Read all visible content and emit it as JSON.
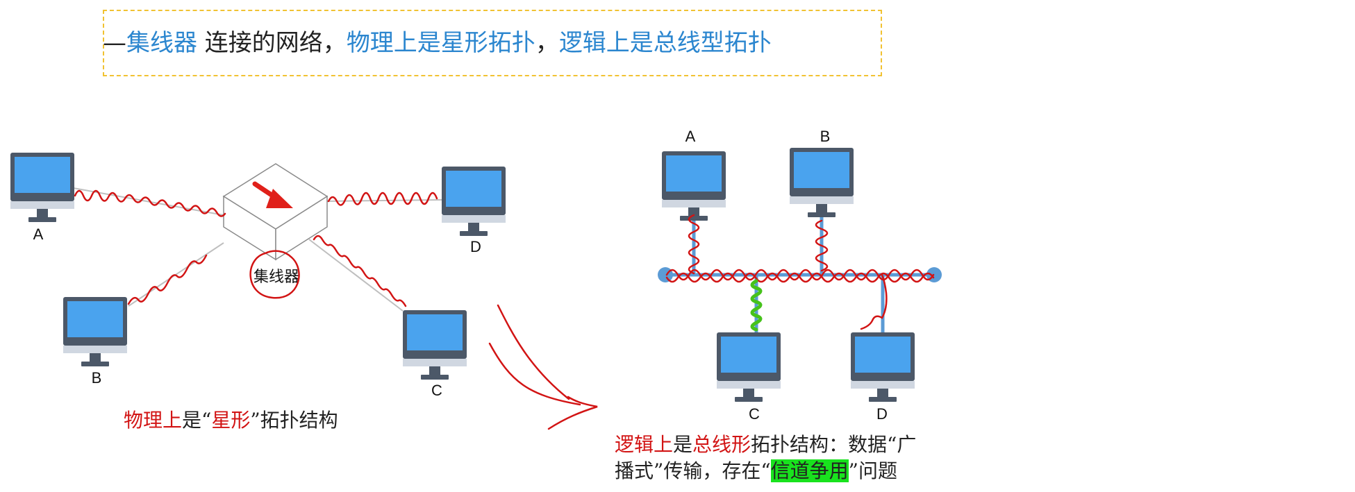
{
  "title": {
    "dash": "—",
    "hub_term": "集线器",
    "middle": " 连接的网络，",
    "physical": "物理上是星形拓扑",
    "comma": "，",
    "logical": "逻辑上是总线型拓扑"
  },
  "left_diagram": {
    "hub_label": "集线器",
    "computers": [
      "A",
      "B",
      "C",
      "D"
    ]
  },
  "right_diagram": {
    "computers": [
      "A",
      "B",
      "C",
      "D"
    ]
  },
  "captions": {
    "left": {
      "part1_red": "物理上",
      "part2": "是“",
      "part3_red": "星形",
      "part4": "”拓扑结构"
    },
    "right": {
      "part1_red": "逻辑上",
      "part2": "是",
      "part3_red": "总线形",
      "part4": "拓扑结构：数据“广",
      "line2_a": "播式”传输，存在“",
      "line2_highlight": "信道争用",
      "line2_b": "”问题"
    }
  },
  "colors": {
    "title_blue": "#2b86cf",
    "annotation_red": "#d21414",
    "bus_blue": "#5b9bd5",
    "screen_blue": "#4aa3ee",
    "highlight_green": "#19e21e",
    "title_border": "#f1c232"
  }
}
